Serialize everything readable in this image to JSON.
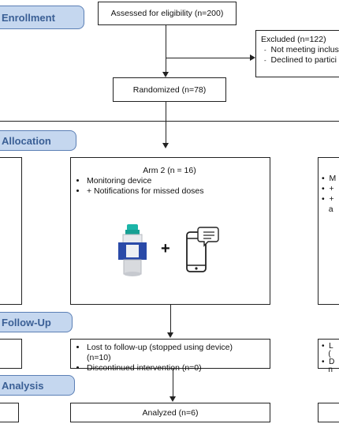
{
  "phases": {
    "enrollment": "Enrollment",
    "allocation": "Allocation",
    "followup": "Follow-Up",
    "analysis": "Analysis"
  },
  "assessed": "Assessed for eligibility (n=200)",
  "excluded": {
    "title": "Excluded (n=122)",
    "items": [
      "Not meeting inclus",
      "Declined to partici"
    ]
  },
  "randomized": "Randomized (n=78)",
  "arm2": {
    "title": "Arm 2 (n = 16)",
    "items": [
      "Monitoring device",
      "+ Notifications for missed doses"
    ],
    "plus": "+"
  },
  "followup2": {
    "items": [
      "Lost to follow-up (stopped using device)\n(n=10)",
      "Discontinued intervention (n=0)"
    ]
  },
  "analyzed2": "Analyzed  (n=6)",
  "right_partial": {
    "alloc": [
      "M",
      "+",
      "+",
      "a"
    ],
    "followup": [
      "L",
      "(",
      "D",
      "n"
    ]
  }
}
